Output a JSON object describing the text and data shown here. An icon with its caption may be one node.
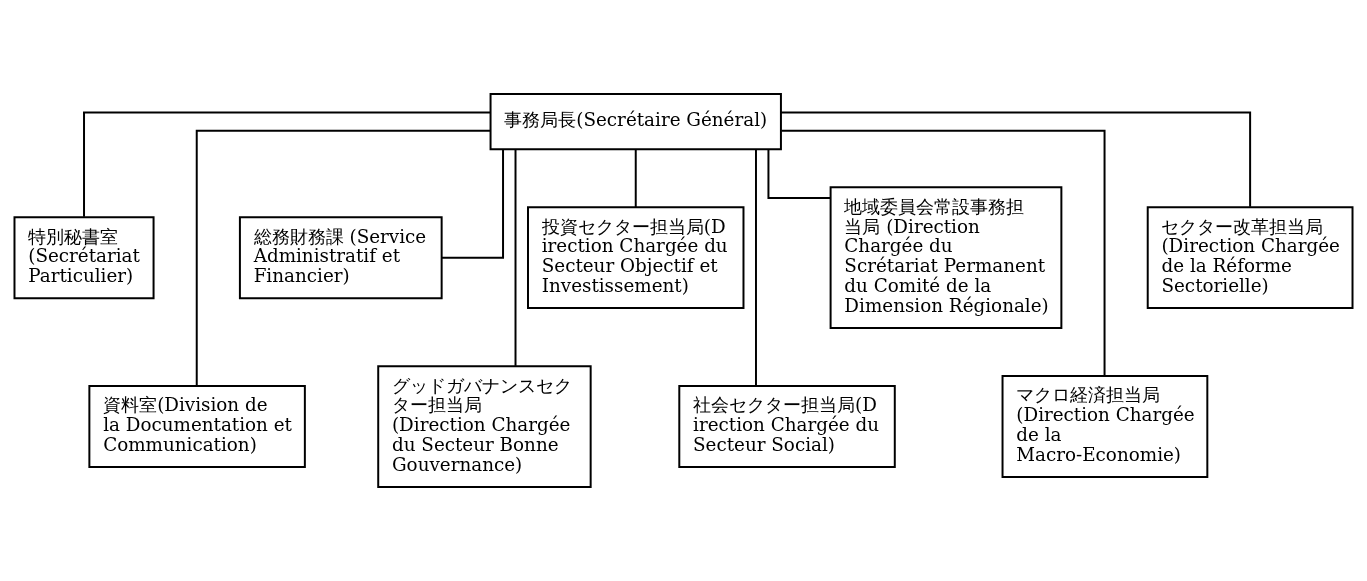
{
  "diagram": {
    "nodes": [
      {
        "text": [
          "事務局長(Secrétaire Général)"
        ]
      },
      {
        "text": [
          "特別秘書室 (Secrétariat Particulier)"
        ]
      },
      {
        "text": [
          "資料室(Division de la Documentation et Communication)"
        ]
      },
      {
        "text": [
          "総務財務課 (Service Administratif et Financier)"
        ]
      },
      {
        "text": [
          "グッドガバナンスセクター担当局 (Direction Chargée du Secteur Bonne Gouvernance)"
        ]
      },
      {
        "text": [
          "投資セクター担当局(Direction Chargée du Secteur Objectif et Investissement)"
        ]
      },
      {
        "text": [
          "社会セクター担当局(Direction Chargée du Secteur Social)"
        ]
      },
      {
        "text": [
          "地域委員会常設事務担当局 (Direction Chargée du Scrétariat Permanent du Comité de la Dimension Régionale)"
        ]
      },
      {
        "text": [
          "マクロ経済担当局 (Direction Chargée de la Macro-Economie)"
        ]
      },
      {
        "text": [
          "セクター改革担当局 (Direction Chargée de la Réforme Sectorielle)"
        ]
      }
    ],
    "edges": [
      {
        "from": 0,
        "to": 1,
        "arrow": "none"
      },
      {
        "from": 0,
        "to": 2,
        "arrow": "none"
      },
      {
        "from": 0,
        "to": 3,
        "arrow": "none"
      },
      {
        "from": 0,
        "to": 4,
        "arrow": "none"
      },
      {
        "from": 0,
        "to": 5,
        "arrow": "none"
      },
      {
        "from": 0,
        "to": 6,
        "arrow": "none"
      },
      {
        "from": 0,
        "to": 7,
        "arrow": "none"
      },
      {
        "from": 0,
        "to": 8,
        "arrow": "none"
      },
      {
        "from": 0,
        "to": 9,
        "arrow": "none"
      }
    ]
  }
}
